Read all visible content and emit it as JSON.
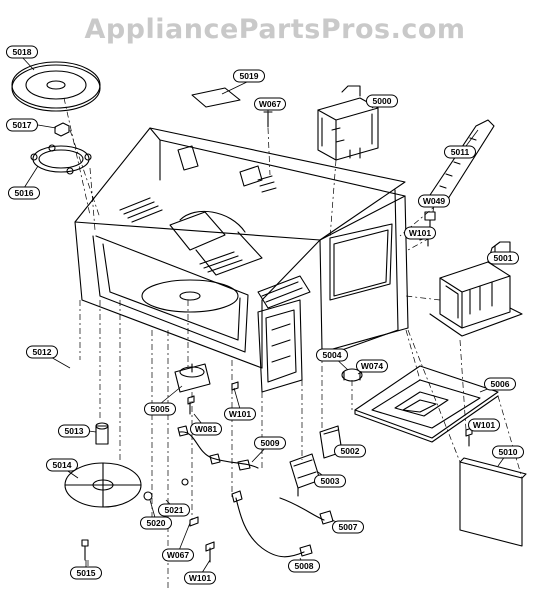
{
  "watermark": "AppliancePartsPros.com",
  "parts": [
    {
      "id": "5018"
    },
    {
      "id": "5019"
    },
    {
      "id": "W067"
    },
    {
      "id": "5000"
    },
    {
      "id": "5017"
    },
    {
      "id": "5011"
    },
    {
      "id": "5016"
    },
    {
      "id": "W049"
    },
    {
      "id": "W101"
    },
    {
      "id": "5001"
    },
    {
      "id": "5012"
    },
    {
      "id": "5004"
    },
    {
      "id": "W074"
    },
    {
      "id": "5006"
    },
    {
      "id": "5005"
    },
    {
      "id": "W101"
    },
    {
      "id": "5013"
    },
    {
      "id": "W081"
    },
    {
      "id": "5009"
    },
    {
      "id": "5002"
    },
    {
      "id": "W101"
    },
    {
      "id": "5010"
    },
    {
      "id": "5014"
    },
    {
      "id": "5003"
    },
    {
      "id": "5021"
    },
    {
      "id": "5020"
    },
    {
      "id": "5007"
    },
    {
      "id": "W067"
    },
    {
      "id": "5008"
    },
    {
      "id": "W101"
    },
    {
      "id": "5015"
    }
  ]
}
